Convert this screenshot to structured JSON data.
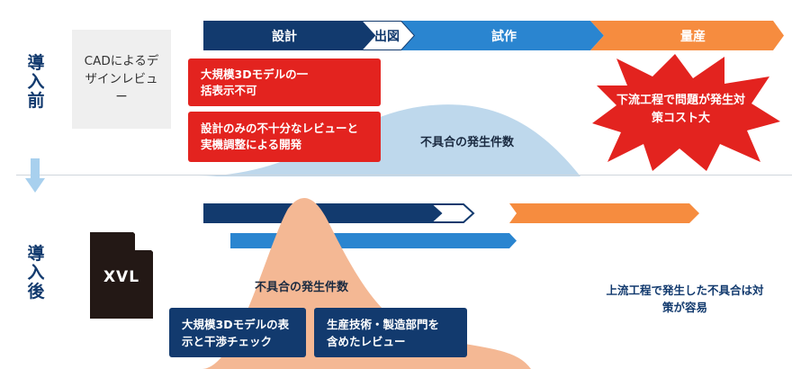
{
  "before": {
    "label": "導入前",
    "cad_box_text": "CADによるデザインレビュー",
    "phases": [
      "設計",
      "出図",
      "試作",
      "量産"
    ],
    "issues": [
      "大規模3Dモデルの一括表示不可",
      "設計のみの不十分なレビューと実機調整による開発"
    ],
    "curve_label": "不具合の発生件数",
    "star_text": "下流工程で問題が発生対策コスト大"
  },
  "after": {
    "label": "導入後",
    "logo_text": "XVL",
    "curve_label": "不具合の発生件数",
    "benefits": [
      "大規模3Dモデルの表示と干渉チェック",
      "生産技術・製造部門を含めたレビュー"
    ],
    "result_text": "上流工程で発生した不具合は対策が容易"
  },
  "colors": {
    "navy": "#123a6e",
    "blue": "#2a85d0",
    "orange": "#f68c3f",
    "red": "#e3231f",
    "light_blue_curve": "#bed8ec",
    "peach_curve": "#f4b894"
  }
}
